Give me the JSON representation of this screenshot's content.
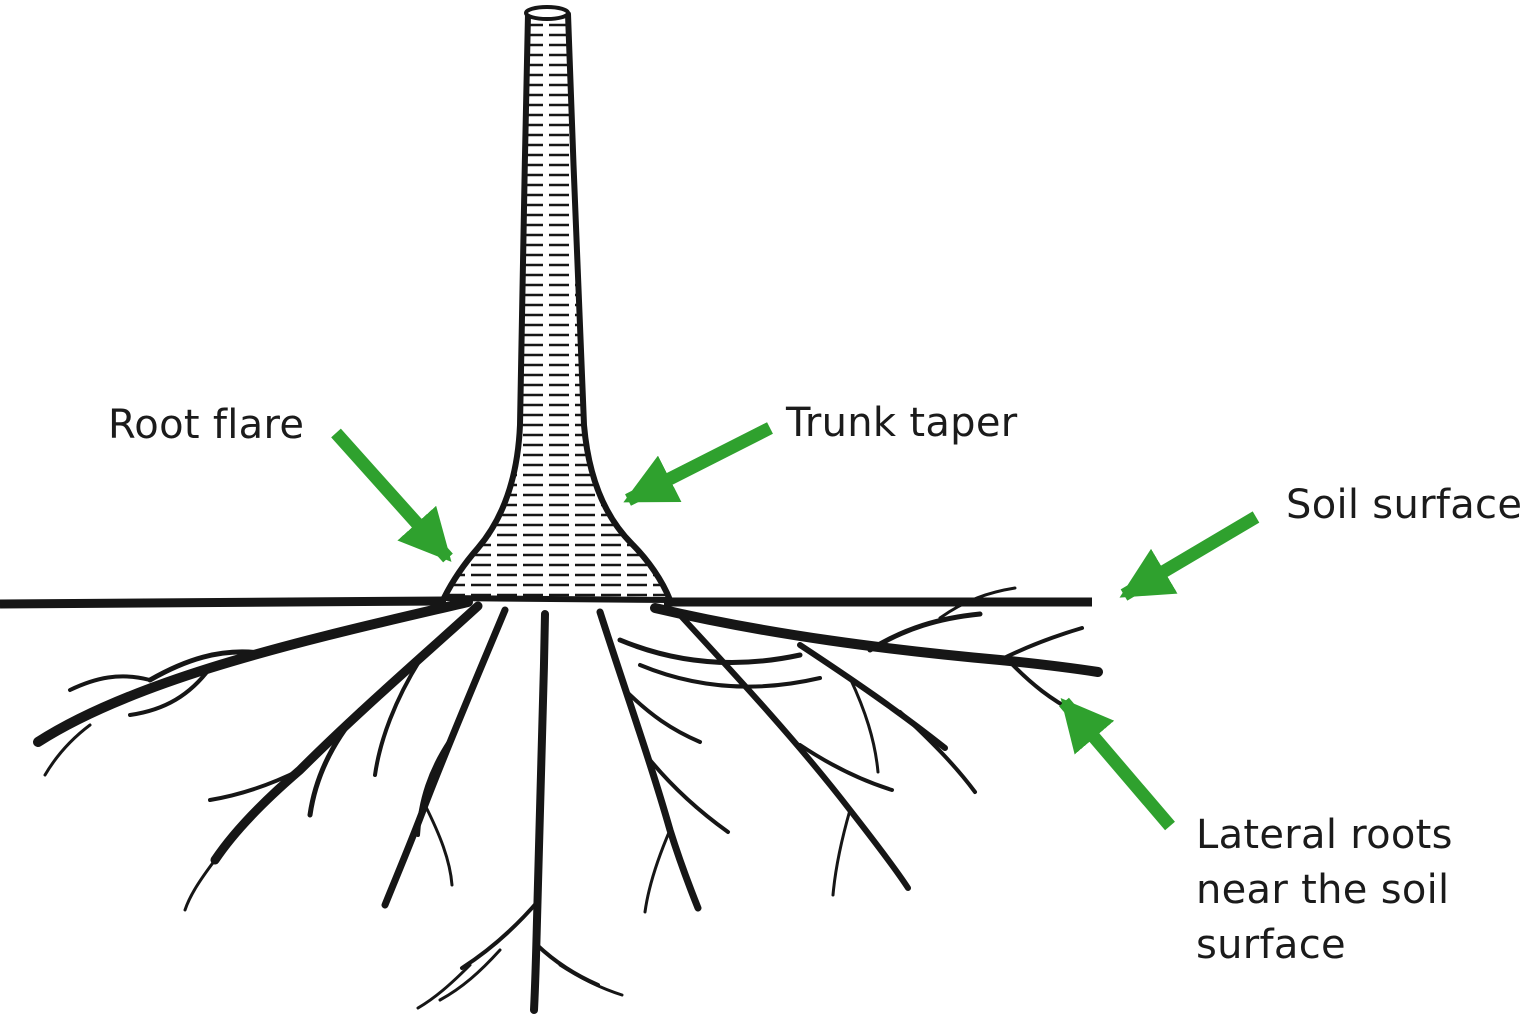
{
  "diagram": {
    "type": "labeled-illustration",
    "subject": "Tree trunk and root system at the soil surface",
    "labels": {
      "root_flare": "Root flare",
      "trunk_taper": "Trunk taper",
      "soil_surface": "Soil surface",
      "lateral_roots": "Lateral roots\nnear the soil\nsurface"
    },
    "colors": {
      "arrow_green": "#2fa12e",
      "ink": "#161616",
      "background": "#ffffff"
    }
  }
}
